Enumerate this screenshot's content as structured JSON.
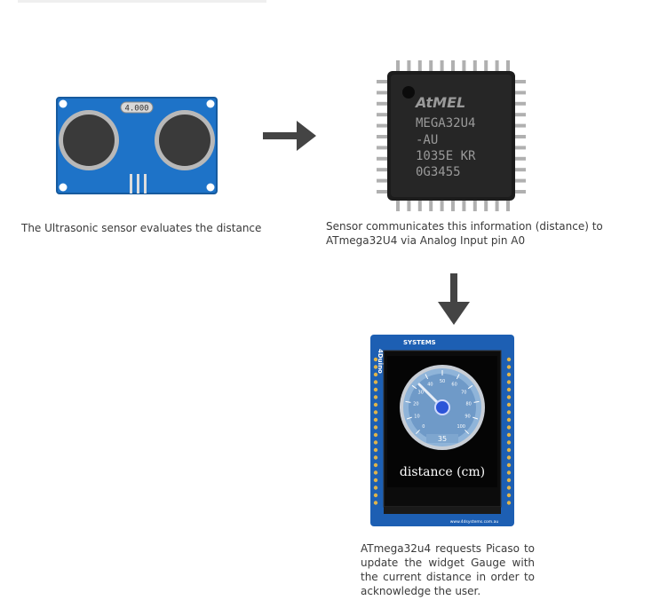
{
  "captions": {
    "sensor": "The Ultrasonic sensor evaluates the distance",
    "chip": "Sensor communicates this information (distance) to ATmega32U4 via Analog Input pin A0",
    "display": "ATmega32u4 requests Picaso to update the widget Gauge with the current distance in order to acknowledge the user."
  },
  "sensor": {
    "label": "4.000"
  },
  "chip": {
    "brand": "AtMEL",
    "lines": [
      "MEGA32U4",
      "-AU",
      "1035E KR",
      "0G3455"
    ]
  },
  "display": {
    "board_brand": "SYSTEMS",
    "side_label": "4Duino",
    "gauge_value": "35",
    "gauge_ticks": [
      "0",
      "10",
      "20",
      "30",
      "40",
      "50",
      "60",
      "70",
      "80",
      "90",
      "100"
    ],
    "screen_label": "distance (cm)",
    "footer": "www.4dsystems.com.au"
  },
  "colors": {
    "sensor_board": "#1e73c8",
    "chip_body": "#1c1c1c",
    "chip_pin": "#b0b0b0",
    "board": "#1d5fb3",
    "arrow": "#444444",
    "gauge_face": "#8fb4d9",
    "needle": "#2b54d8"
  },
  "icons": {
    "arrow_right": "arrow-right-icon",
    "arrow_down": "arrow-down-icon"
  }
}
